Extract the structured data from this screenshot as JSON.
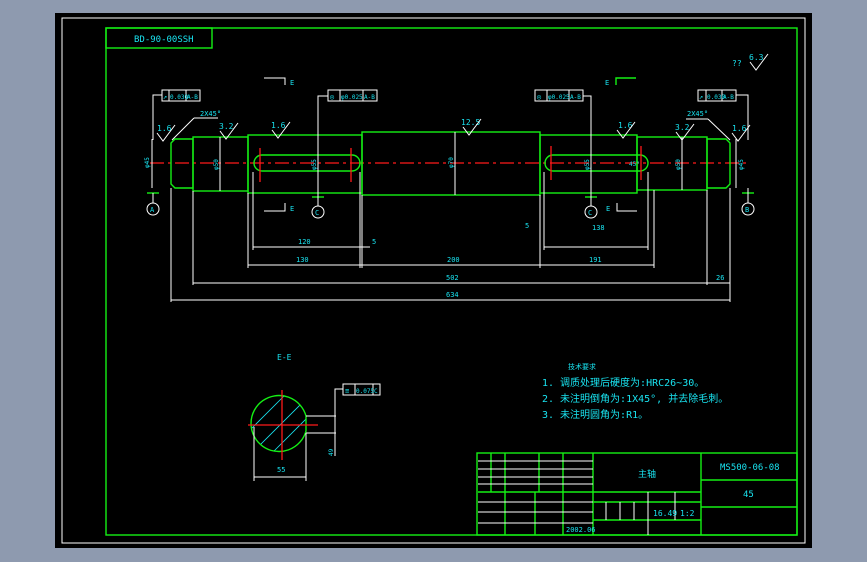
{
  "colors": {
    "background": "#8e9aaf",
    "canvas": "#000000",
    "outline": "#14f014",
    "dimension": "#ffffff",
    "text": "#19e3f0",
    "centerline": "#ff1a1a"
  },
  "drawing_code": "BD-90-00SSH",
  "roughness": {
    "default": "6.3",
    "default_note": "??",
    "left_end": "1.6",
    "left_journal": "3.2",
    "left_keyway_section": "1.6",
    "middle": "12.5",
    "right_keyway_section": "1.6",
    "right_journal": "3.2",
    "right_end": "1.6"
  },
  "chamfers": {
    "left": "2X45°",
    "right": "2X45°"
  },
  "tolerance_frames": [
    {
      "symbol": "↗",
      "value": "0.030",
      "datum": "A-B"
    },
    {
      "symbol": "◎",
      "value": "φ0.025",
      "datum": "A-B"
    },
    {
      "symbol": "◎",
      "value": "φ0.025",
      "datum": "A-B"
    },
    {
      "symbol": "↗",
      "value": "0.030",
      "datum": "A-B"
    }
  ],
  "datums": [
    "A",
    "C",
    "C",
    "B"
  ],
  "section_marks": [
    "E",
    "E",
    "E",
    "E"
  ],
  "diameters": {
    "left_end": "φ45",
    "left_journal": "φ50",
    "left_key": "φ55",
    "middle": "φ70",
    "right_key": "φ55",
    "right_journal": "φ50",
    "right_end": "φ45",
    "keyway_angle": "45°"
  },
  "dimensions": {
    "key_left": "120",
    "gap_left": "5",
    "key_right": "138",
    "gap_right": "5",
    "seg_left": "130",
    "seg_middle": "200",
    "seg_right": "191",
    "overall_inner": "502",
    "end_right": "26",
    "overall": "634"
  },
  "section_view": {
    "label": "E-E",
    "tolerance": {
      "symbol": "≡",
      "value": "0.075",
      "datum": "C"
    },
    "dim_diameter": "55",
    "dim_key": "49"
  },
  "technical_requirements": {
    "title": "技术要求",
    "items": [
      "1. 调质处理后硬度为:HRC26~30。",
      "2. 未注明倒角为:1X45°, 并去除毛刺。",
      "3. 未注明圆角为:R1。"
    ]
  },
  "title_block": {
    "part_name": "主轴",
    "drawing_number": "MS500-06-08",
    "material": "45",
    "weight": "16.49",
    "scale": "1:2",
    "date": "2002.06"
  }
}
